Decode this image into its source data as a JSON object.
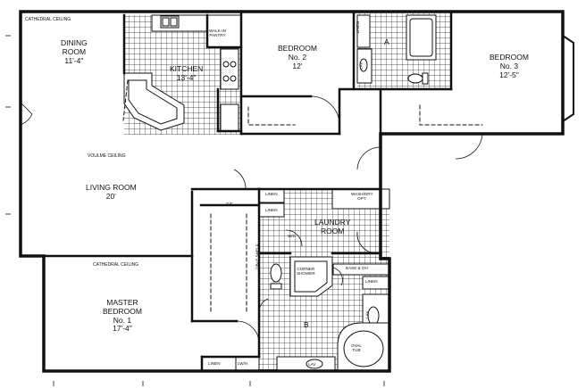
{
  "rooms": {
    "dining": {
      "name": "DINING",
      "name2": "ROOM",
      "size": "11'-4\""
    },
    "kitchen": {
      "name": "KITCHEN",
      "size": "13'-4\""
    },
    "bedroom2": {
      "name": "BEDROOM",
      "name2": "No. 2",
      "size": "12'"
    },
    "bedroom3": {
      "name": "BEDROOM",
      "name2": "No. 3",
      "size": "12'-5\""
    },
    "living": {
      "name": "LIVING ROOM",
      "size": "20'"
    },
    "laundry": {
      "name": "LAUNDRY",
      "name2": "ROOM"
    },
    "master": {
      "name": "MASTER",
      "name2": "BEDROOM",
      "name3": "No. 1",
      "size": "17'-4\""
    }
  },
  "labels": {
    "cathedral_top": "CATHEDRAL CEILING",
    "cathedral_master": "CATHEDRAL CEILING",
    "volume_ceiling": "VOULME CEILING",
    "walk_in_pantry_1": "WALK-IN",
    "walk_in_pantry_2": "PANTRY",
    "linen_top": "LINEN",
    "lav_top": "LAV",
    "bath_a": "A",
    "box_bay": "BOX BAY",
    "gc": "G/C",
    "linen_hall": "LINEN",
    "linen_hall2": "LINEN",
    "wc": "W/C",
    "washer_dryer_1": "WASH/DRY",
    "washer_dryer_2": "OPT.",
    "dbl_shelf": "DBLE SHELF",
    "corner_shower_1": "CORNER",
    "corner_shower_2": "SHOWER",
    "base_oh": "BASE & OH",
    "linen_master": "LINEN",
    "lav_master_side": "LAV",
    "bath_b": "B",
    "oval_tub_1": "OVAL",
    "oval_tub_2": "TUB",
    "linen_bottom": "LINEN",
    "lwh": "LW/H",
    "lav_bottom": "LAV"
  }
}
